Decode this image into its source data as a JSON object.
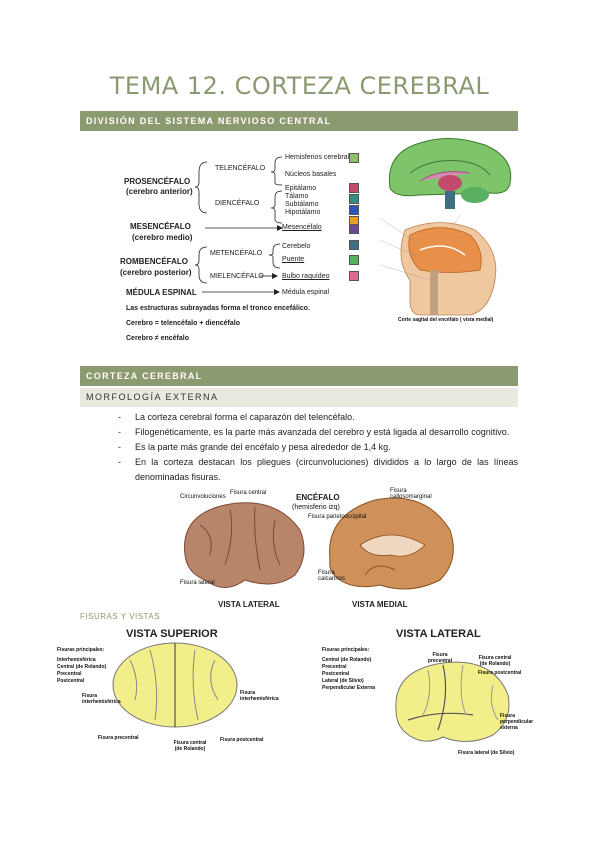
{
  "title": "TEMA 12. CORTEZA CEREBRAL",
  "section1": {
    "label": "DIVISIÓN DEL SISTEMA NERVIOSO CENTRAL"
  },
  "diagram": {
    "prosencefalo": "PROSENCÉFALO",
    "prosencefalo_sub": "(cerebro anterior)",
    "telencefalo": "TELENCÉFALO",
    "diencefalo": "DIENCÉFALO",
    "hemisferios": "Hemisferios cerebrales",
    "nucleos": "Núcleos basales",
    "epitalamo": "Epitálamo",
    "talamo": "Tálamo",
    "subtalamo": "Subtálamo",
    "hipotalamo": "Hipotálamo",
    "mesencefalo": "MESENCÉFALO",
    "mesencefalo_sub": "(cerebro medio)",
    "mesencefalo_r": "Mesencéfalo",
    "rombencefalo": "ROMBENCÉFALO",
    "rombencefalo_sub": "(cerebro posterior)",
    "metencefalo": "METENCÉFALO",
    "mielencefalo": "MIELENCÉFALO",
    "cerebelo": "Cerebelo",
    "puente": "Puente",
    "bulbo": "Bulbo raquídeo",
    "medula": "MÉDULA ESPINAL",
    "medula_r": "Médula espinal",
    "note1": "Las estructuras subrayadas forma el tronco encefálico.",
    "note2": "Cerebro = telencéfalo + diencéfalo",
    "note3": "Cerebro ≠ encéfalo",
    "colors": [
      "#8fbf6a",
      "#8fbf6a",
      "#c24a6a",
      "#2f8f80",
      "#2d55b5",
      "#e8a020",
      "#6e4a90",
      "#3e6e80",
      "#58b060",
      "#e06a90"
    ]
  },
  "sagittal_caption": "Corte sagital del encéfalo ( vista medial)",
  "section2": {
    "label": "CORTEZA CEREBRAL"
  },
  "subsection": {
    "label": "MORFOLOGÍA EXTERNA"
  },
  "bullets": [
    "La corteza cerebral forma el caparazón del telencéfalo.",
    "Filogenéticamente, es la parte más avanzada del cerebro y está ligada al desarrollo cognitivo.",
    "Es la parte más grande del encéfalo y pesa alrededor de 1,4 kg.",
    "En la corteza destacan los pliegues (circunvoluciones) divididos a lo largo de las líneas denominadas fisuras."
  ],
  "fig1": {
    "circunvoluciones": "Circunvoluciones",
    "fisura_central": "Fisura central",
    "fisura_lateral": "Fisura lateral",
    "vista_lateral": "VISTA LATERAL",
    "encefalo": "ENCÉFALO",
    "hemisferio": "(hemisferio izq)",
    "fisura_callosomarginal": "Fisura callosomarginal",
    "fisura_parietooccipital": "Fisura parietooccipital",
    "fisura_calcarinos": "Fisura calcarinos",
    "vista_medial": "VISTA MEDIAL"
  },
  "fisuras": {
    "heading": "FISURAS Y VISTAS",
    "superior": {
      "title": "VISTA SUPERIOR",
      "principales": "Fisuras principales:",
      "list": [
        "Interhemisférica",
        "Central (de Rolando)",
        "Precentral",
        "Postcentral"
      ],
      "fisura_inter_l": "Fisura interhemisférica",
      "fisura_inter_r": "Fisura interhemisférica",
      "precentral": "Fisura precentral",
      "central": "Fisura central (de Rolando)",
      "postcentral": "Fisura postcentral"
    },
    "lateral": {
      "title": "VISTA LATERAL",
      "principales": "Fisuras principales:",
      "list": [
        "Central (de Rolando)",
        "Precentral",
        "Postcentral",
        "Lateral (de Silvio)",
        "Perpendicular Externa"
      ],
      "precentral": "Fisura precentral",
      "central": "Fisura central (de Rolando)",
      "postcentral": "Fisura postcentral",
      "perpendicular": "Fisura perpendicular externa",
      "lateral": "Fisura lateral (de Silvio)"
    }
  }
}
